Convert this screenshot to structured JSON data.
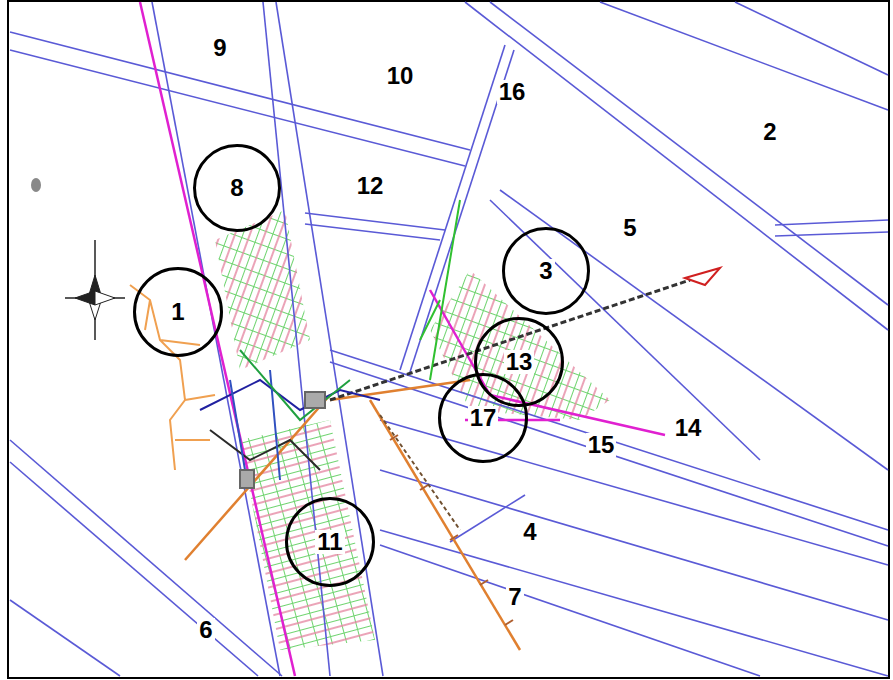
{
  "diagram": {
    "nodes": [
      {
        "text": [
          "8"
        ]
      },
      {
        "text": [
          "3"
        ]
      },
      {
        "text": [
          "1"
        ]
      },
      {
        "text": [
          "13"
        ]
      },
      {
        "text": [
          "17"
        ]
      },
      {
        "text": [
          "11"
        ]
      }
    ],
    "labels": [
      "9",
      "10",
      "16",
      "2",
      "12",
      "5",
      "14",
      "15",
      "4",
      "7",
      "6"
    ]
  }
}
